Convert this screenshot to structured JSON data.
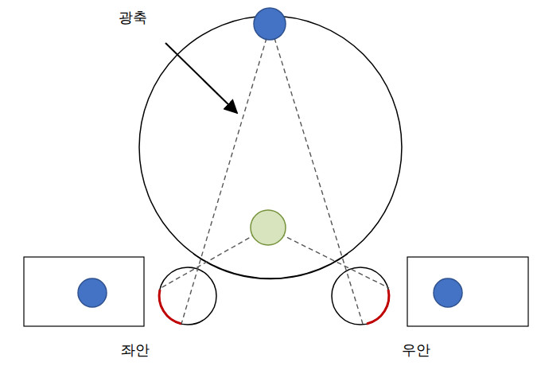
{
  "diagram": {
    "labels": [
      "광축",
      "좌안",
      "우안"
    ]
  }
}
